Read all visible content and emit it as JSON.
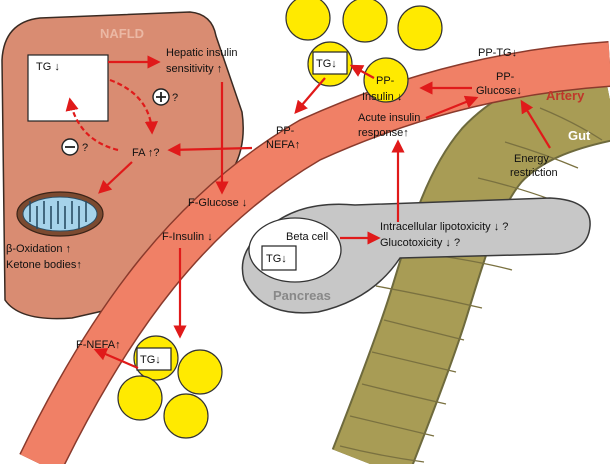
{
  "colors": {
    "liver": "#d98c72",
    "artery": "#f08066",
    "gut": "#a89c55",
    "pancreas": "#c7c7c7",
    "fat_cell": "#ffea00",
    "arrow": "#e01a1a"
  },
  "regions": {
    "liver": "NAFLD",
    "artery": "Artery",
    "gut": "Gut",
    "pancreas": "Pancreas"
  },
  "labels": {
    "tg_liver": "TG",
    "hepatic_line1": "Hepatic insulin",
    "hepatic_line2": "sensitivity",
    "plus_q": "?",
    "minus_q": "?",
    "fa": "FA",
    "fa_q": "?",
    "beta_ox": "β-Oxidation",
    "ketone": "Ketone bodies",
    "f_glucose": "F-Glucose",
    "f_insulin": "F-Insulin",
    "f_nefa": "F-NEFA",
    "tg_fat_bottom": "TG",
    "tg_fat_top": "TG",
    "pp_nefa_line1": "PP-",
    "pp_nefa_line2": "NEFA",
    "pp_insulin_line1": "PP-",
    "pp_insulin_line2": "Insulin",
    "pp_tg": "PP-TG",
    "pp_glucose_line1": "PP-",
    "pp_glucose_line2": "Glucose",
    "acute_line1": "Acute insulin",
    "acute_line2": "response",
    "energy_line1": "Energy",
    "energy_line2": "restriction",
    "beta_cell": "Beta cell",
    "tg_beta": "TG",
    "lipotox": "Intracellular lipotoxicity",
    "lipotox_q": "?",
    "glucotox": "Glucotoxicity",
    "glucotox_q": "?"
  }
}
